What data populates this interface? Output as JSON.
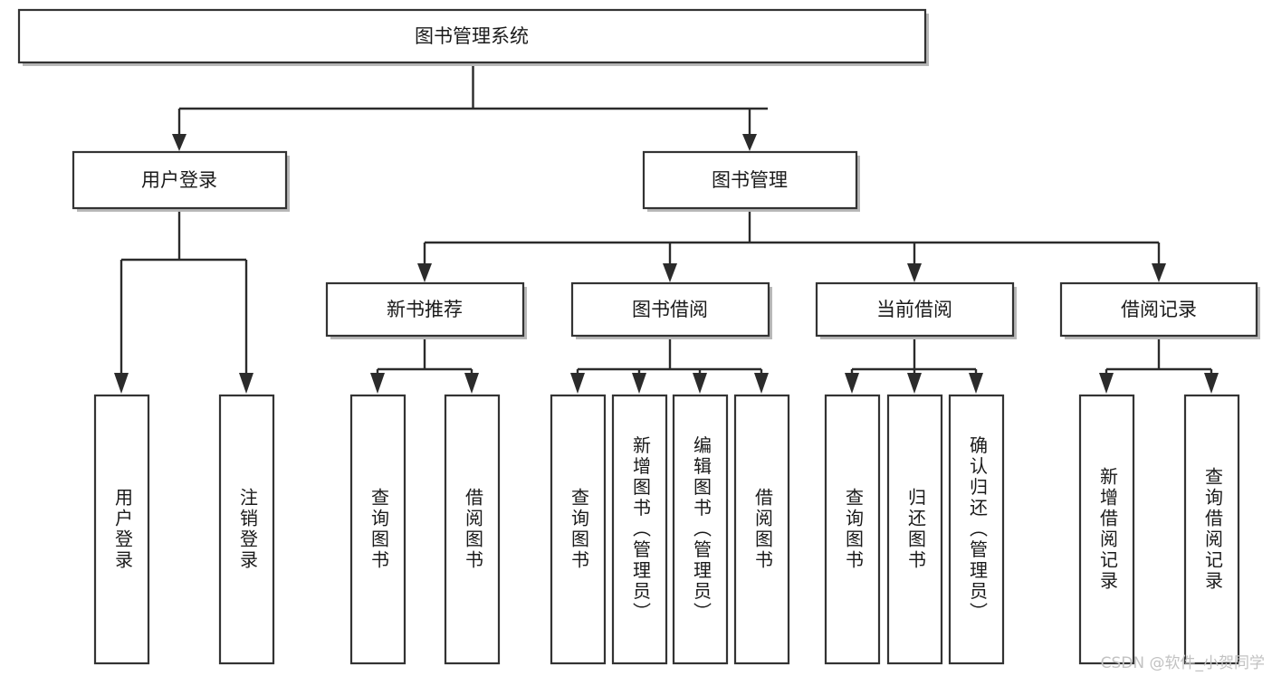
{
  "diagram": {
    "type": "tree-hierarchy",
    "title": "图书管理系统",
    "watermark": "CSDN @软件_小贺同学",
    "colors": {
      "background": "#ffffff",
      "box_fill": "#ffffff",
      "box_stroke": "#333333",
      "connector": "#2b2b2b",
      "text": "#1a1a1a",
      "watermark": "#c2c2c2"
    },
    "root": {
      "label": "图书管理系统"
    },
    "level2": [
      {
        "label": "用户登录"
      },
      {
        "label": "图书管理"
      }
    ],
    "level3": [
      {
        "label": "新书推荐"
      },
      {
        "label": "图书借阅"
      },
      {
        "label": "当前借阅"
      },
      {
        "label": "借阅记录"
      }
    ],
    "leaves": {
      "user_login": [
        {
          "label": "用户登录"
        },
        {
          "label": "注销登录"
        }
      ],
      "new_book_recommend": [
        {
          "label": "查询图书"
        },
        {
          "label": "借阅图书"
        }
      ],
      "book_borrow": [
        {
          "label": "查询图书"
        },
        {
          "label": "新增图书（管理员）"
        },
        {
          "label": "编辑图书（管理员）"
        },
        {
          "label": "借阅图书"
        }
      ],
      "current_borrow": [
        {
          "label": "查询图书"
        },
        {
          "label": "归还图书"
        },
        {
          "label": "确认归还（管理员）"
        }
      ],
      "borrow_record": [
        {
          "label": "新增借阅记录"
        },
        {
          "label": "查询借阅记录"
        }
      ]
    }
  }
}
